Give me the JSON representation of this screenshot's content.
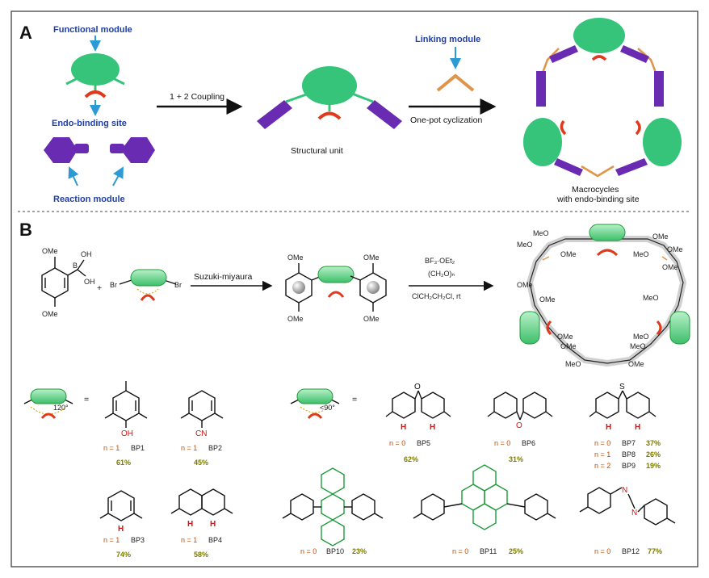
{
  "panelA": {
    "label": "A",
    "functional_module": "Functional module",
    "endo_binding_site": "Endo-binding site",
    "reaction_module": "Reaction module",
    "coupling": "1 + 2 Coupling",
    "structural_unit": "Structural unit",
    "linking_module": "Linking module",
    "cyclization": "One-pot cyclization",
    "macrocycles_line1": "Macrocycles",
    "macrocycles_line2": "with endo-binding site"
  },
  "panelB": {
    "label": "B",
    "suzuki": "Suzuki-miyaura",
    "reagent1": "BF₃·OEt₂",
    "reagent2": "(CH₂O)ₙ",
    "reagent3": "ClCH₂CH₂Cl, rt",
    "ome": "OMe",
    "meo": "MeO",
    "oh": "OH",
    "b": "B",
    "br": "Br",
    "angle120": "120°",
    "angle90": "<90°",
    "equals": "="
  },
  "compounds": [
    {
      "id": "BP1",
      "n": "n = 1",
      "yield": "61%",
      "atom": "OH"
    },
    {
      "id": "BP2",
      "n": "n = 1",
      "yield": "45%",
      "atom": "CN"
    },
    {
      "id": "BP3",
      "n": "n = 1",
      "yield": "74%",
      "atom": "H"
    },
    {
      "id": "BP4",
      "n": "n = 1",
      "yield": "58%",
      "atom": "H"
    },
    {
      "id": "BP5",
      "n": "n = 0",
      "yield": "62%",
      "atom": "O"
    },
    {
      "id": "BP6",
      "n": "n = 0",
      "yield": "31%",
      "atom": "O"
    },
    {
      "id": "BP7",
      "n": "n = 0",
      "yield": "37%",
      "atom": "S"
    },
    {
      "id": "BP8",
      "n": "n = 1",
      "yield": "26%"
    },
    {
      "id": "BP9",
      "n": "n = 2",
      "yield": "19%"
    },
    {
      "id": "BP10",
      "n": "n = 0",
      "yield": "23%"
    },
    {
      "id": "BP11",
      "n": "n = 0",
      "yield": "25%"
    },
    {
      "id": "BP12",
      "n": "n = 0",
      "yield": "77%",
      "atom": "N"
    }
  ],
  "colors": {
    "green": "#35c47a",
    "purple": "#6a2bb3",
    "red": "#e03a1e",
    "orange": "#e0944a",
    "blue_label": "#1f3fa6",
    "arrow_blue": "#2b9bd6"
  }
}
